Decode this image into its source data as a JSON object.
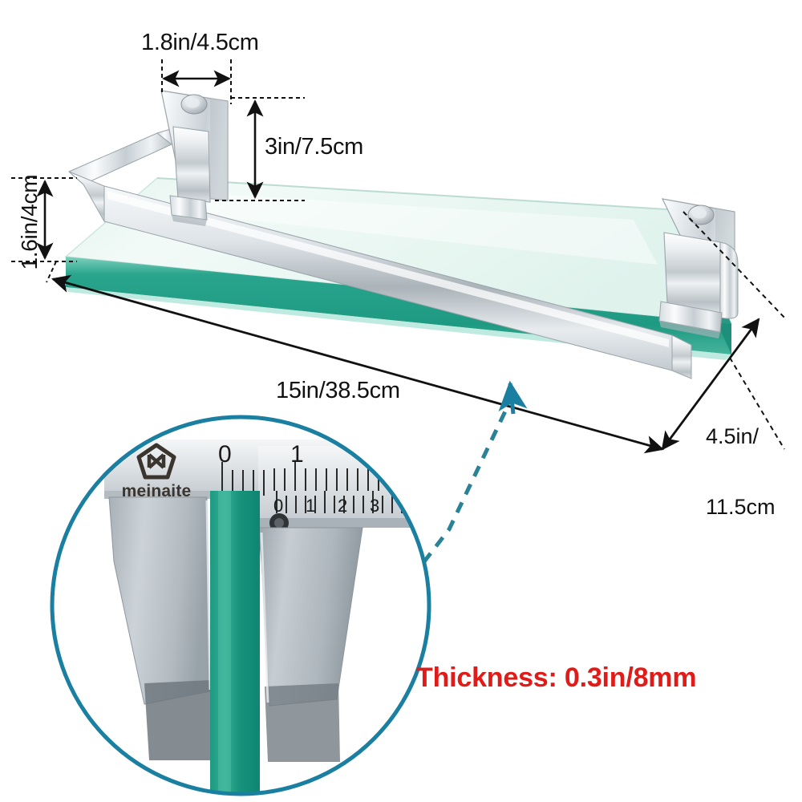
{
  "product": {
    "type": "wall-mounted tempered glass bathroom shelf with towel rail",
    "brand": "meinaite"
  },
  "dimensions": {
    "bracket_width": "1.8in/4.5cm",
    "bracket_height": "3in/7.5cm",
    "rail_height": "1.6in/4cm",
    "shelf_length": "15in/38.5cm",
    "shelf_depth_line1": "4.5in/",
    "shelf_depth_line2": "11.5cm",
    "thickness_callout": "Thickness: 0.3in/8mm"
  },
  "magnifier": {
    "brand_label": "meinaite",
    "caliper_main_scale": [
      "0",
      "1"
    ],
    "caliper_vernier_scale": [
      "0",
      "1",
      "2",
      "3"
    ]
  },
  "colors": {
    "glass_face": "#e9f6f1",
    "glass_edge": "#23a089",
    "glass_edge_dark": "#0f8d77",
    "metal_light": "#f2f4f5",
    "metal_mid": "#c9cfd3",
    "metal_dark": "#9aa3a9",
    "accent_teal": "#1a7fa0",
    "callout_red": "#e01b18",
    "dimension_line": "#111111"
  }
}
